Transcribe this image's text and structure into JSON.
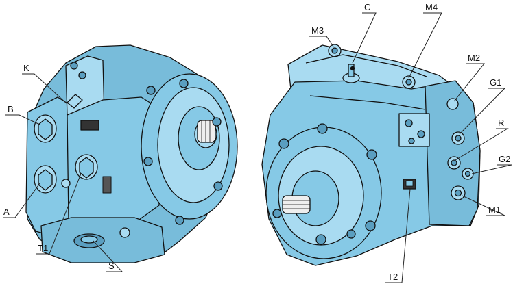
{
  "colors": {
    "body": "#86c9e6",
    "body_light": "#a9dbf1",
    "body_mid": "#78bcda",
    "body_dark": "#5a9ec0",
    "outline": "#111111",
    "leader": "#222222",
    "background": "#ffffff"
  },
  "views": [
    {
      "name": "left-pump-view"
    },
    {
      "name": "right-pump-view"
    }
  ],
  "ports": [
    {
      "id": "K",
      "label": "K"
    },
    {
      "id": "B",
      "label": "B"
    },
    {
      "id": "A",
      "label": "A"
    },
    {
      "id": "T1",
      "label": "T1"
    },
    {
      "id": "S",
      "label": "S"
    },
    {
      "id": "C",
      "label": "C"
    },
    {
      "id": "M3",
      "label": "M3"
    },
    {
      "id": "M4",
      "label": "M4"
    },
    {
      "id": "M2",
      "label": "M2"
    },
    {
      "id": "G1",
      "label": "G1"
    },
    {
      "id": "R",
      "label": "R"
    },
    {
      "id": "G2",
      "label": "G2"
    },
    {
      "id": "M1",
      "label": "M1"
    },
    {
      "id": "T2",
      "label": "T2"
    }
  ]
}
